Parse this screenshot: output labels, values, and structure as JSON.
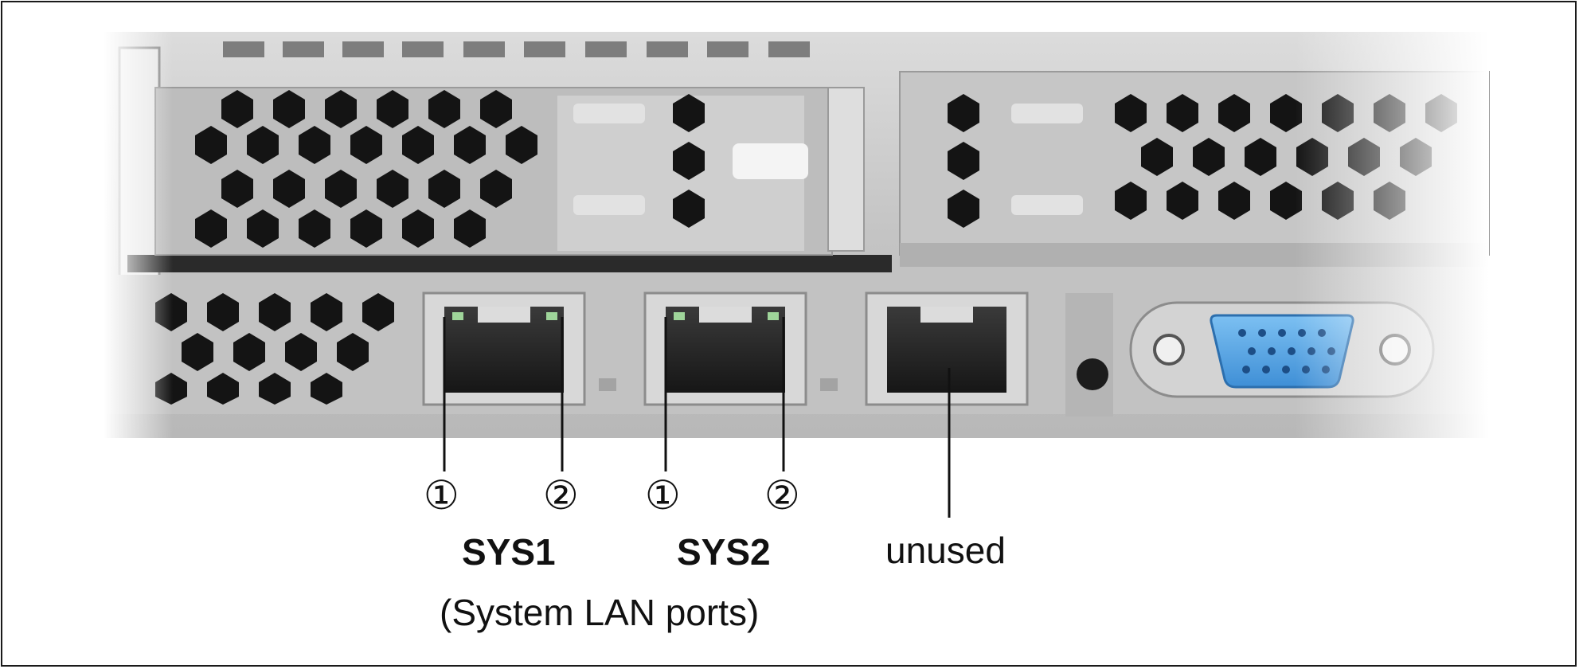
{
  "callouts": {
    "sys1_marker_1": "①",
    "sys1_marker_2": "②",
    "sys2_marker_1": "①",
    "sys2_marker_2": "②"
  },
  "labels": {
    "sys1": "SYS1",
    "sys2": "SYS2",
    "unused": "unused",
    "system_lan_ports": "(System LAN ports)"
  },
  "colors": {
    "vga_connector": "#5aa7e6",
    "chassis": "#c9c9c9",
    "vent_hole": "#141414",
    "frame": "#1a1a1a"
  },
  "icons": {
    "lan_port": "rj45-port-icon",
    "vga_port": "vga-port-icon",
    "network_symbol": "network-icon"
  }
}
